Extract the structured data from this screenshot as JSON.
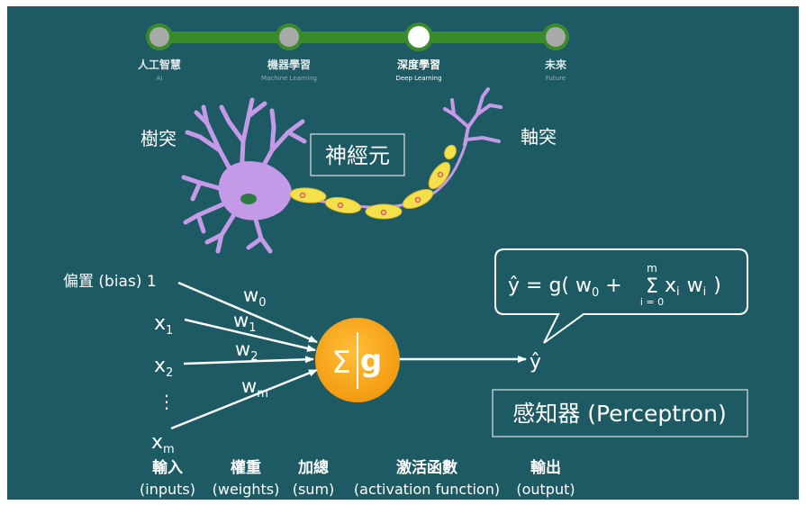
{
  "timeline": {
    "items": [
      {
        "title": "人工智慧",
        "subtitle": "AI",
        "active": false
      },
      {
        "title": "機器學習",
        "subtitle": "Machine Learning",
        "active": false
      },
      {
        "title": "深度學習",
        "subtitle": "Deep Learning",
        "active": true
      },
      {
        "title": "未來",
        "subtitle": "Future",
        "active": false
      }
    ]
  },
  "neuron": {
    "dendrite_label": "樹突",
    "title": "神經元",
    "axon_label": "軸突"
  },
  "perceptron": {
    "bias_label": "偏置 (bias) 1",
    "inputs": {
      "x1": "x",
      "x1_sub": "1",
      "x2": "x",
      "x2_sub": "2",
      "dots": "⋮",
      "xm": "x",
      "xm_sub": "m"
    },
    "weights": {
      "w0": "w",
      "w0_sub": "0",
      "w1": "w",
      "w1_sub": "1",
      "w2": "w",
      "w2_sub": "2",
      "wm": "w",
      "wm_sub": "m"
    },
    "node_sum": "Σ",
    "node_activation": "g",
    "output": "ŷ",
    "formula": {
      "lhs": "ŷ = g( w",
      "w0_sub": "0",
      "plus": " +",
      "sigma": "Σ",
      "sigma_top": "m",
      "sigma_bottom": "i = 0",
      "x": "x",
      "x_sub": "i",
      "w": "w",
      "w_sub": "i",
      "close": ")"
    },
    "title": "感知器 (Perceptron)"
  },
  "legend": [
    {
      "zh": "輸入",
      "en": "(inputs)"
    },
    {
      "zh": "權重",
      "en": "(weights)"
    },
    {
      "zh": "加總",
      "en": "(sum)"
    },
    {
      "zh": "激活函數",
      "en": "(activation function)"
    },
    {
      "zh": "輸出",
      "en": "(output)"
    }
  ],
  "colors": {
    "background": "#1d5a63",
    "timeline_bar": "#3a8c2a",
    "neuron": "#c49ae8",
    "axon_segment": "#f3e04a",
    "node": "#f5a623",
    "text": "#ffffff"
  }
}
